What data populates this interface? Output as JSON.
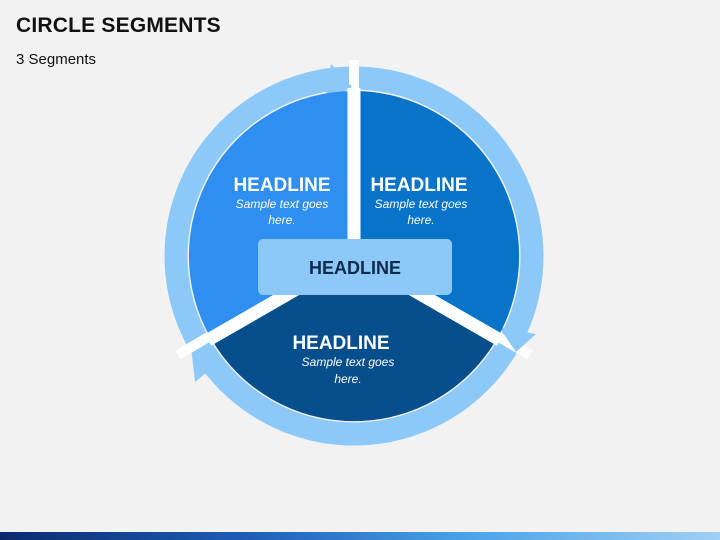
{
  "header": {
    "title": "CIRCLE SEGMENTS",
    "subtitle": "3 Segments"
  },
  "diagram": {
    "center": {
      "headline": "HEADLINE"
    },
    "segments": [
      {
        "headline": "HEADLINE",
        "text_line1": "Sample text goes",
        "text_line2": "here."
      },
      {
        "headline": "HEADLINE",
        "text_line1": "Sample text goes",
        "text_line2": "here."
      },
      {
        "headline": "HEADLINE",
        "text_line1": "Sample text goes",
        "text_line2": "here."
      }
    ]
  },
  "colors": {
    "background": "#f2f2f2",
    "ring": "#8cc9f8",
    "segment_left": "#2e8ff0",
    "segment_right": "#0874c9",
    "segment_bottom": "#064f8c",
    "center_box": "#8cc9f8"
  }
}
